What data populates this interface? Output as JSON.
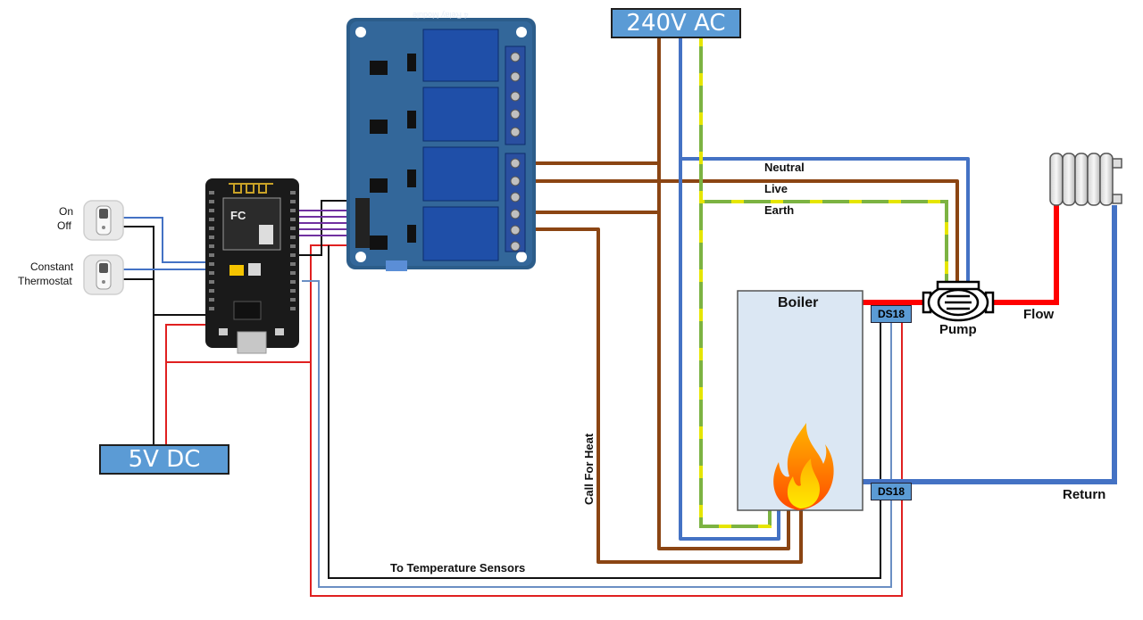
{
  "power": {
    "dc_label": "5V DC",
    "ac_label": "240V AC"
  },
  "switches": {
    "top_label_1": "On",
    "top_label_2": "Off",
    "bottom_label_1": "Constant",
    "bottom_label_2": "Thermostat"
  },
  "relay": {
    "title": "4 Relay Module"
  },
  "wires": {
    "neutral": "Neutral",
    "live": "Live",
    "earth": "Earth"
  },
  "boiler": {
    "label": "Boiler"
  },
  "sensors": {
    "top": "DS18",
    "bottom": "DS18"
  },
  "pump": {
    "label": "Pump"
  },
  "flow": {
    "label": "Flow"
  },
  "return": {
    "label": "Return"
  },
  "call_for_heat": {
    "label": "Call For Heat"
  },
  "temp_sensors": {
    "label": "To Temperature Sensors"
  },
  "colors": {
    "neutral_blue": "#4472c4",
    "live_brown": "#8b4513",
    "earth_green": "#7cb342",
    "earth_yellow": "#e6e600",
    "dc_red": "#e02020",
    "data_purple": "#7030a0",
    "flow_red": "#ff0000",
    "return_blue": "#4472c4",
    "boiler_fill": "#dbe7f3",
    "relay_board": "#2c5d8a"
  },
  "icons": [
    "toggle-switch-icon",
    "esp8266-board-icon",
    "relay-module-icon",
    "flame-icon",
    "pump-icon",
    "radiator-icon"
  ]
}
